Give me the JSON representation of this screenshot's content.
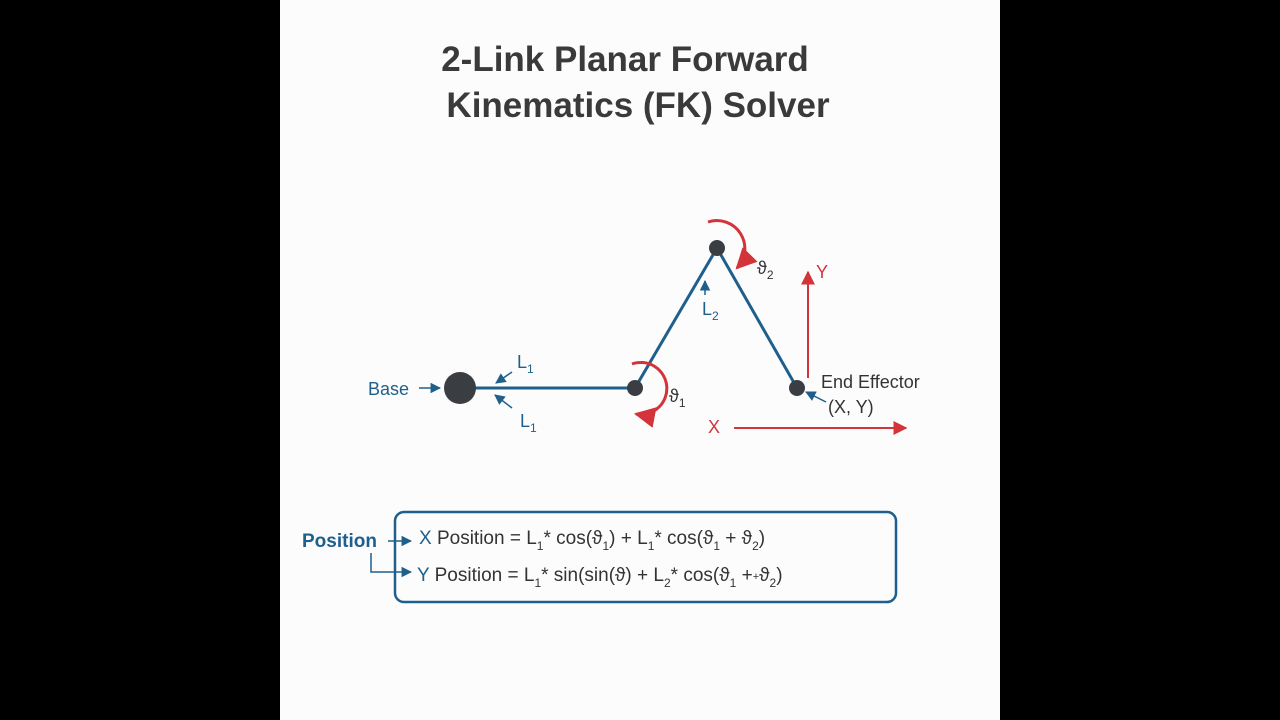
{
  "title": {
    "line1": "2-Link Planar Forward",
    "line2": "Kinematics (FK) Solver"
  },
  "labels": {
    "base": "Base",
    "link1_upper": "L",
    "link1_upper_sub": "1",
    "link1_lower": "L",
    "link1_lower_sub": "1",
    "link2": "L",
    "link2_sub": "2",
    "theta1": "ϑ",
    "theta1_sub": "1",
    "theta2": "ϑ",
    "theta2_sub": "2",
    "end_effector": "End Effector",
    "end_effector_coords": "(X, Y)",
    "axis_x": "X",
    "axis_y": "Y"
  },
  "formula": {
    "key": "Position",
    "x_prefix": "X",
    "x_text": " Position = L",
    "x_s1": "1",
    "x_t2": "* cos(ϑ",
    "x_s2": "1",
    "x_t3": ") + L",
    "x_s3": "1",
    "x_t4": "* cos(ϑ",
    "x_s4": "1",
    "x_t5": " + ϑ",
    "x_s5": "2",
    "x_t6": ")",
    "y_prefix": "Y",
    "y_text": " Position = L",
    "y_s1": "1",
    "y_t2": "* sin(sin(ϑ) + L",
    "y_s2": "2",
    "y_t3": "* cos(ϑ",
    "y_s3": "1",
    "y_t4": " +",
    "y_t4b": "+",
    "y_t4c": "ϑ",
    "y_s4": "2",
    "y_t5": ")"
  },
  "colors": {
    "link": "#1e5f8c",
    "joint": "#3a3d42",
    "axis": "#d3343a",
    "rotation_arrow": "#d3343a",
    "box_border": "#1e5f8c"
  }
}
